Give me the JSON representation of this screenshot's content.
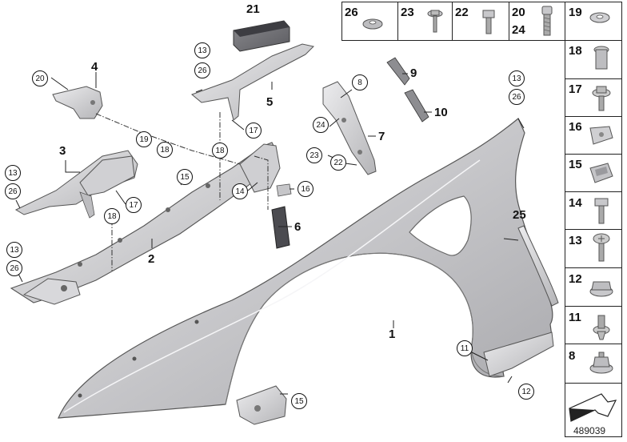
{
  "diagram": {
    "doc_number": "489039",
    "main_labels": [
      {
        "id": "lbl-1",
        "text": "1"
      },
      {
        "id": "lbl-2",
        "text": "2"
      },
      {
        "id": "lbl-3",
        "text": "3"
      },
      {
        "id": "lbl-4",
        "text": "4"
      },
      {
        "id": "lbl-5",
        "text": "5"
      },
      {
        "id": "lbl-6",
        "text": "6"
      },
      {
        "id": "lbl-7",
        "text": "7"
      },
      {
        "id": "lbl-9",
        "text": "9"
      },
      {
        "id": "lbl-10",
        "text": "10"
      },
      {
        "id": "lbl-21",
        "text": "21"
      },
      {
        "id": "lbl-25",
        "text": "25"
      }
    ],
    "circled": {
      "c20a": "20",
      "c19a": "19",
      "c18a": "18",
      "c18b": "18",
      "c18c": "18",
      "c15a": "15",
      "c14a": "14",
      "c17a": "17",
      "c17b": "17",
      "c13a": "13",
      "c26a": "26",
      "c13b": "13",
      "c26b": "26",
      "c13c": "13",
      "c26c": "26",
      "c13d": "13",
      "c26d": "26",
      "c8a": "8",
      "c24a": "24",
      "c23a": "23",
      "c22a": "22",
      "c16a": "16",
      "c11a": "11",
      "c12a": "12",
      "c15b": "15"
    },
    "top_row_parts": [
      {
        "num": "26",
        "icon": "washer-icon"
      },
      {
        "num": "23",
        "icon": "flange-bolt-icon"
      },
      {
        "num": "22",
        "icon": "hex-bolt-icon"
      },
      {
        "num": "20",
        "num2": "24",
        "icon": "socket-screw-icon"
      }
    ],
    "side_column_parts": [
      {
        "num": "19",
        "icon": "flat-washer-icon"
      },
      {
        "num": "18",
        "icon": "sleeve-icon"
      },
      {
        "num": "17",
        "icon": "hex-flange-screw-icon"
      },
      {
        "num": "16",
        "icon": "clip-nut-icon"
      },
      {
        "num": "15",
        "icon": "spring-nut-icon"
      },
      {
        "num": "14",
        "icon": "hex-screw-icon"
      },
      {
        "num": "13",
        "icon": "torx-screw-icon"
      },
      {
        "num": "12",
        "icon": "flange-nut-icon"
      },
      {
        "num": "11",
        "icon": "expansion-rivet-icon"
      },
      {
        "num": "8",
        "icon": "hex-nut-icon"
      }
    ]
  }
}
